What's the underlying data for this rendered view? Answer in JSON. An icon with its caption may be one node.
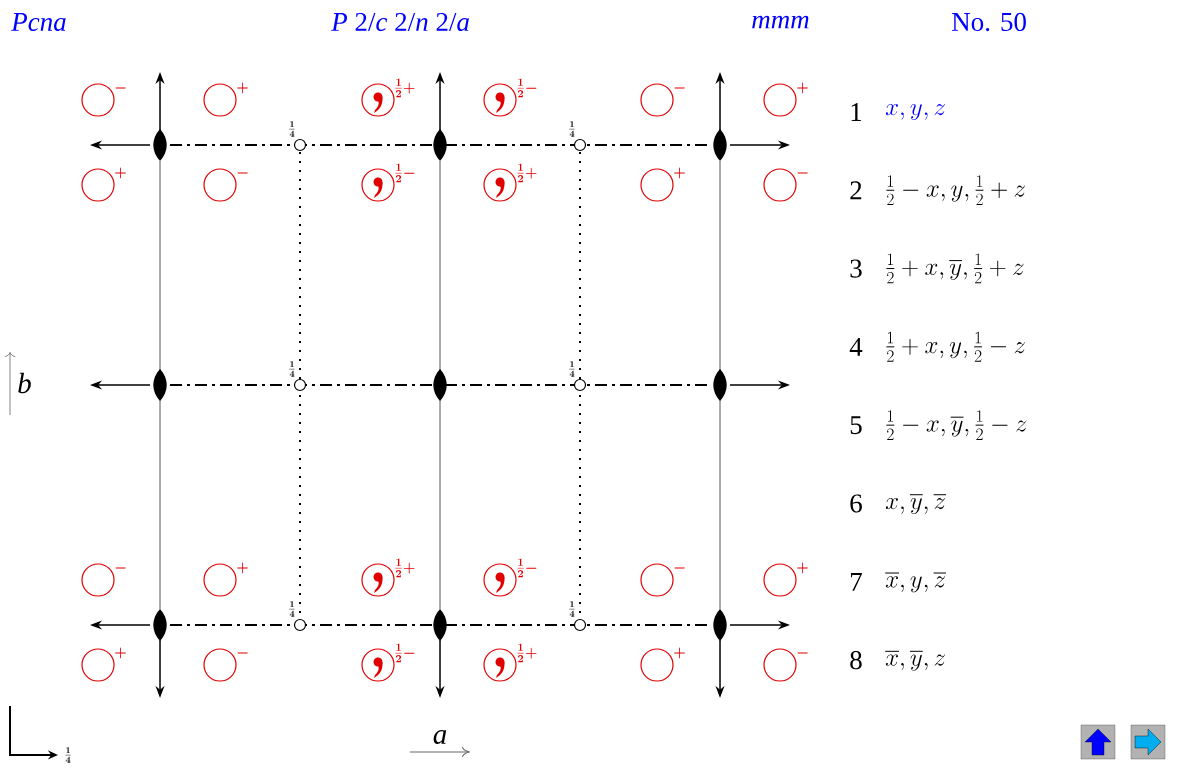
{
  "diagram": {
    "labels": [
      "Pcna",
      "*P* 2/*c* 2/*n* 2/*a*",
      "mmm",
      "No. 50",
      "-",
      "+",
      "\\tfrac{1}{2}+",
      "\\tfrac{1}{2}-",
      "-",
      "+",
      "\\tfrac{1}{4}",
      "\\tfrac{1}{4}",
      "+",
      "-",
      "\\tfrac{1}{2}-",
      "\\tfrac{1}{2}+",
      "+",
      "-",
      "\\tfrac{1}{4}",
      "\\tfrac{1}{4}",
      "b",
      "-",
      "+",
      "\\tfrac{1}{2}+",
      "\\tfrac{1}{2}-",
      "-",
      "+",
      "\\tfrac{1}{4}",
      "\\tfrac{1}{4}",
      "+",
      "-",
      "\\tfrac{1}{2}-",
      "\\tfrac{1}{2}+",
      "+",
      "-",
      "\\tfrac{1}{4}",
      "a",
      "1",
      "x, y, z",
      "2",
      "\\tfrac{1}{2}-x, y, \\tfrac{1}{2}+z",
      "3",
      "\\tfrac{1}{2}+x, \\overline{y}, \\tfrac{1}{2}+z",
      "4",
      "\\tfrac{1}{2}+x, y, \\tfrac{1}{2}-z",
      "5",
      "\\tfrac{1}{2}-x, \\overline{y}, \\tfrac{1}{2}-z",
      "6",
      "x, \\overline{y}, \\overline{z}",
      "7",
      "\\overline{x}, y, \\overline{z}",
      "8",
      "\\overline{x}, \\overline{y}, z"
    ]
  }
}
